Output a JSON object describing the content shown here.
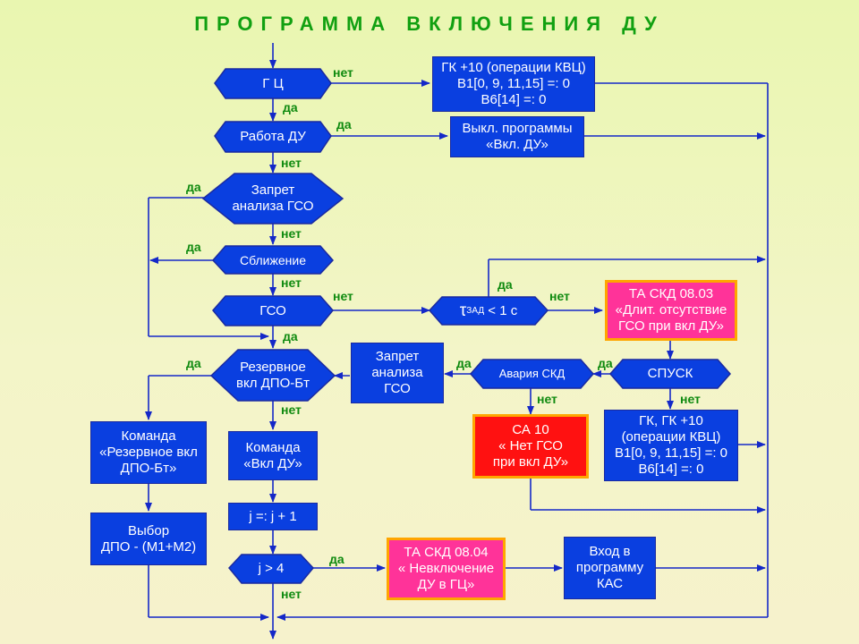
{
  "title": "ПРОГРАММА  ВКЛЮЧЕНИЯ  ДУ",
  "colors": {
    "box": "#0a3fe0",
    "line": "#1428c8",
    "label": "#0f8a0f",
    "alarm": "#ff3399",
    "error": "#ff1111",
    "accent_border": "#ffa500"
  },
  "decisions": {
    "gc": "Г Ц",
    "rabota": "Работа ДУ",
    "zapret": "Запрет\nанализа  ГСО",
    "sblizhenie": "Сближение",
    "gso": "ГСО",
    "tau_symbol": "τ",
    "tau_sub": "ЗАД",
    "tau_rest": " < 1 с",
    "rezerv": "Резервное\nвкл ДПО-Бт",
    "avaria": "Авария СКД",
    "spusk": "СПУСК",
    "j4": "j > 4"
  },
  "boxes": {
    "gk10": "ГК +10 (операции КВЦ)\nВ1[0, 9, 11,15] =: 0\nВ6[14] =: 0",
    "vykl": "Выкл. программы\n«Вкл. ДУ»",
    "ta0803": "ТА СКД 08.03\n«Длит. отсутствие\nГСО при вкл ДУ»",
    "zapret2": "Запрет\nанализа\nГСО",
    "gk_gk10": "ГК,  ГК +10\n(операции КВЦ)\nВ1[0, 9, 11,15] =: 0\nВ6[14] =: 0",
    "ca10": "СА 10\n« Нет  ГСО\nпри  вкл  ДУ»",
    "komanda_rez": "Команда\n«Резервное вкл\nДПО-Бт»",
    "vybor": "Выбор\nДПО - (М1+М2)",
    "komanda_du": "Команда\n«Вкл ДУ»",
    "j_inc": "j =: j + 1",
    "ta0804": "ТА СКД 08.04\n« Невключение\nДУ в ГЦ»",
    "vhod": "Вход в\nпрограмму\nКАС"
  },
  "labels": {
    "gc_no": "нет",
    "gc_yes": "да",
    "rabota_yes": "да",
    "rabota_no": "нет",
    "zapret_yes": "да",
    "zapret_no": "нет",
    "sbl_yes": "да",
    "sbl_no": "нет",
    "gso_no": "нет",
    "gso_yes": "да",
    "tau_yes": "да",
    "tau_no": "нет",
    "rezerv_yes": "да",
    "rezerv_no": "нет",
    "avaria_yes": "да",
    "avaria_no": "нет",
    "spusk_yes": "да",
    "spusk_no": "нет",
    "j4_yes": "да",
    "j4_no": "нет"
  }
}
